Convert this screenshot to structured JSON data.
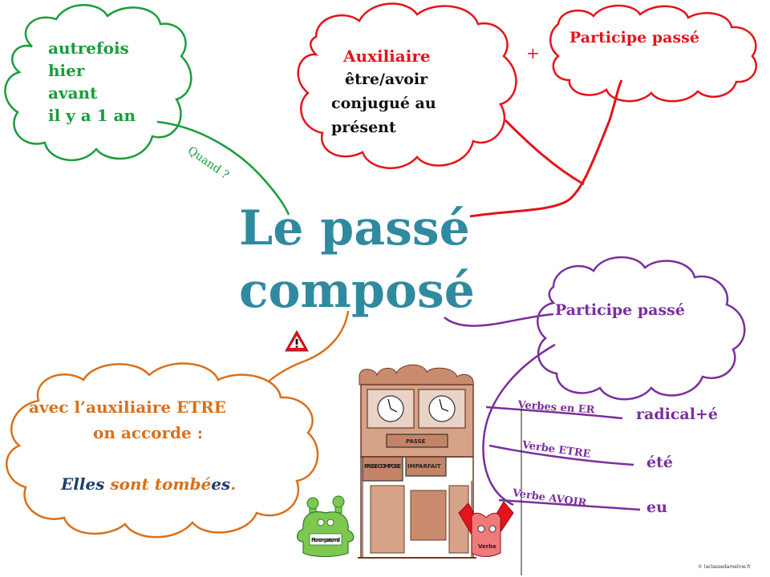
{
  "title": {
    "line1": "Le passé",
    "line2": "composé"
  },
  "when_bubble": {
    "lines": [
      "autrefois",
      "hier",
      "avant",
      "il y a 1 an"
    ],
    "branch_label": "Quand ?"
  },
  "auxiliary_bubble": {
    "title": "Auxiliaire",
    "line1": "être/avoir",
    "line2": "conjugué au",
    "line3": "présent",
    "plus": "+"
  },
  "participle_top": {
    "label": "Participe passé"
  },
  "agreement_bubble": {
    "line1": "avec l’auxiliaire ETRE",
    "line2": "on accorde :",
    "example": {
      "subject": "Elles",
      "verb": "sont tombé",
      "ending": "es",
      "period": "."
    }
  },
  "participle_right": {
    "label": "Participe passé",
    "branches": [
      {
        "label": "Verbes en ER",
        "value": "radical+é"
      },
      {
        "label": "Verbe ETRE",
        "value": "été"
      },
      {
        "label": "Verbe AVOIR",
        "value": "eu"
      }
    ]
  },
  "clock_illustration": {
    "top_label": "PASSE",
    "left_label": "PASSE COMPOSE",
    "right_label": "IMPARFAIT"
  },
  "mascots": {
    "pronoun": "Pronom personnel",
    "verb": "Verbe"
  },
  "credit": "© laclassedameline.fr",
  "colors": {
    "title": "#2f8aa0",
    "when": "#1a9c3c",
    "auxiliary": "#e3141a",
    "agreement": "#d9701c",
    "participle": "#7a2f9c",
    "example_subject": "#1f3e6e"
  }
}
